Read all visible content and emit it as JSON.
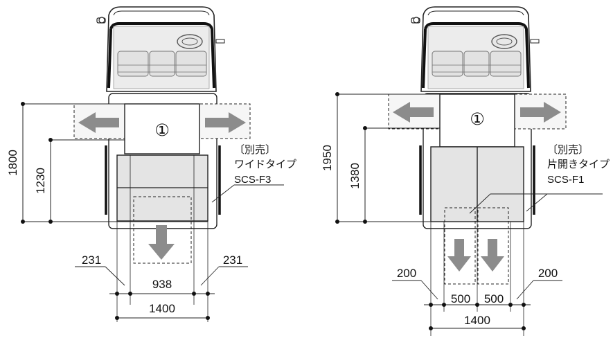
{
  "left_figure": {
    "circle_label": "①",
    "option_note": "〔別売〕",
    "option_name": "ワイドタイプ",
    "option_code": "SCS-F3",
    "dim_total_height": "1800",
    "dim_inner_height": "1230",
    "dim_side_left": "231",
    "dim_side_right": "231",
    "dim_opening": "938",
    "dim_total_width": "1400"
  },
  "right_figure": {
    "circle_label": "①",
    "option_note": "〔別売〕",
    "option_name": "片開きタイプ",
    "option_code": "SCS-F1",
    "dim_total_height": "1950",
    "dim_inner_height": "1380",
    "dim_side_left": "200",
    "dim_side_right": "200",
    "dim_door_left": "500",
    "dim_door_right": "500",
    "dim_total_width": "1400"
  }
}
